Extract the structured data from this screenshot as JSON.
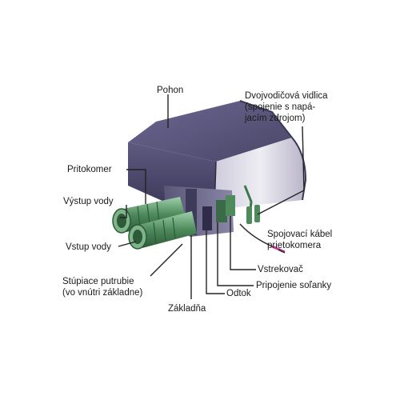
{
  "labels": {
    "pohon": "Pohon",
    "dvojvodicova": "Dvojvodičová vidlica\n(spojenie s napá-\njacím zdrojom)",
    "pritokomer": "Pritokomer",
    "vystup_vody": "Výstup vody",
    "vstup_vody": "Vstup vody",
    "spojovaci_kabel": "Spojovací kábel\nprietokomera",
    "vstrekovac": "Vstrekovač",
    "pripojenie_solanky": "Pripojenie soľanky",
    "odtok": "Odtok",
    "stupiace_putrubie": "Stúpiace putrubie\n(vo vnútri základne)",
    "zakladna": "Základňa"
  },
  "colors": {
    "body_dark": "#4a4668",
    "body_mid": "#5d5980",
    "body_light": "#8a86a6",
    "cover_light": "#e4e2ec",
    "fitting_green": "#4e8a5c",
    "fitting_light": "#8fc09a",
    "leader": "#222222"
  }
}
